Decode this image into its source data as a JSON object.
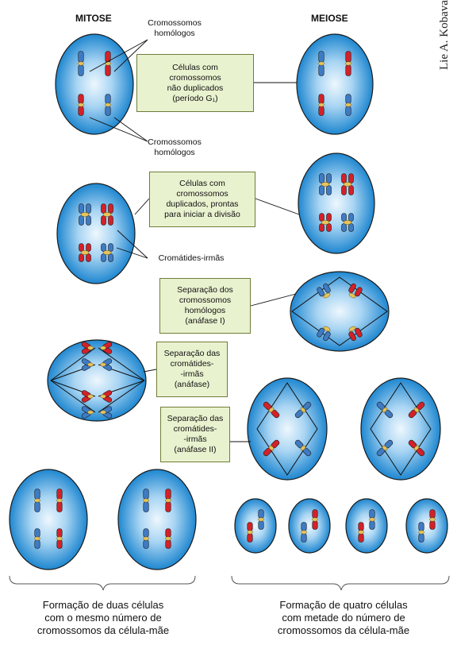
{
  "headers": {
    "mitosis": "MITOSE",
    "meiosis": "MEIOSE"
  },
  "labels": {
    "homologous_top": "Cromossomos\nhomólogos",
    "homologous_bottom": "Cromossomos\nhomólogos",
    "sister_chromatids": "Cromátides-irmãs"
  },
  "boxes": {
    "step1": "Células com\ncromossomos\nnão duplicados\n(período G₁)",
    "step2": "Células com\ncromossomos\nduplicados, prontas\npara iniciar a divisão",
    "step3": "Separação dos\ncromossomos\nhomólogos\n(anáfase I)",
    "step4": "Separação das\ncromátides-\n-irmãs\n(anáfase)",
    "step5": "Separação das\ncromátides-\n-irmãs\n(anáfase II)"
  },
  "captions": {
    "mitosis": "Formação de duas células\ncom o mesmo número de\ncromossomos da célula-mãe",
    "meiosis": "Formação de quatro células\ncom metade do número de\ncromossomos da célula-mãe"
  },
  "credit": "Lie A. Kobavashi",
  "colors": {
    "cell_center": "#e6f3fc",
    "cell_edge": "#1f87d0",
    "chrom_blue": "#3f7bc4",
    "chrom_red": "#d42128",
    "centromere": "#e8c35a",
    "box_fill": "#e9f2cf",
    "box_border": "#6f7d3a"
  }
}
